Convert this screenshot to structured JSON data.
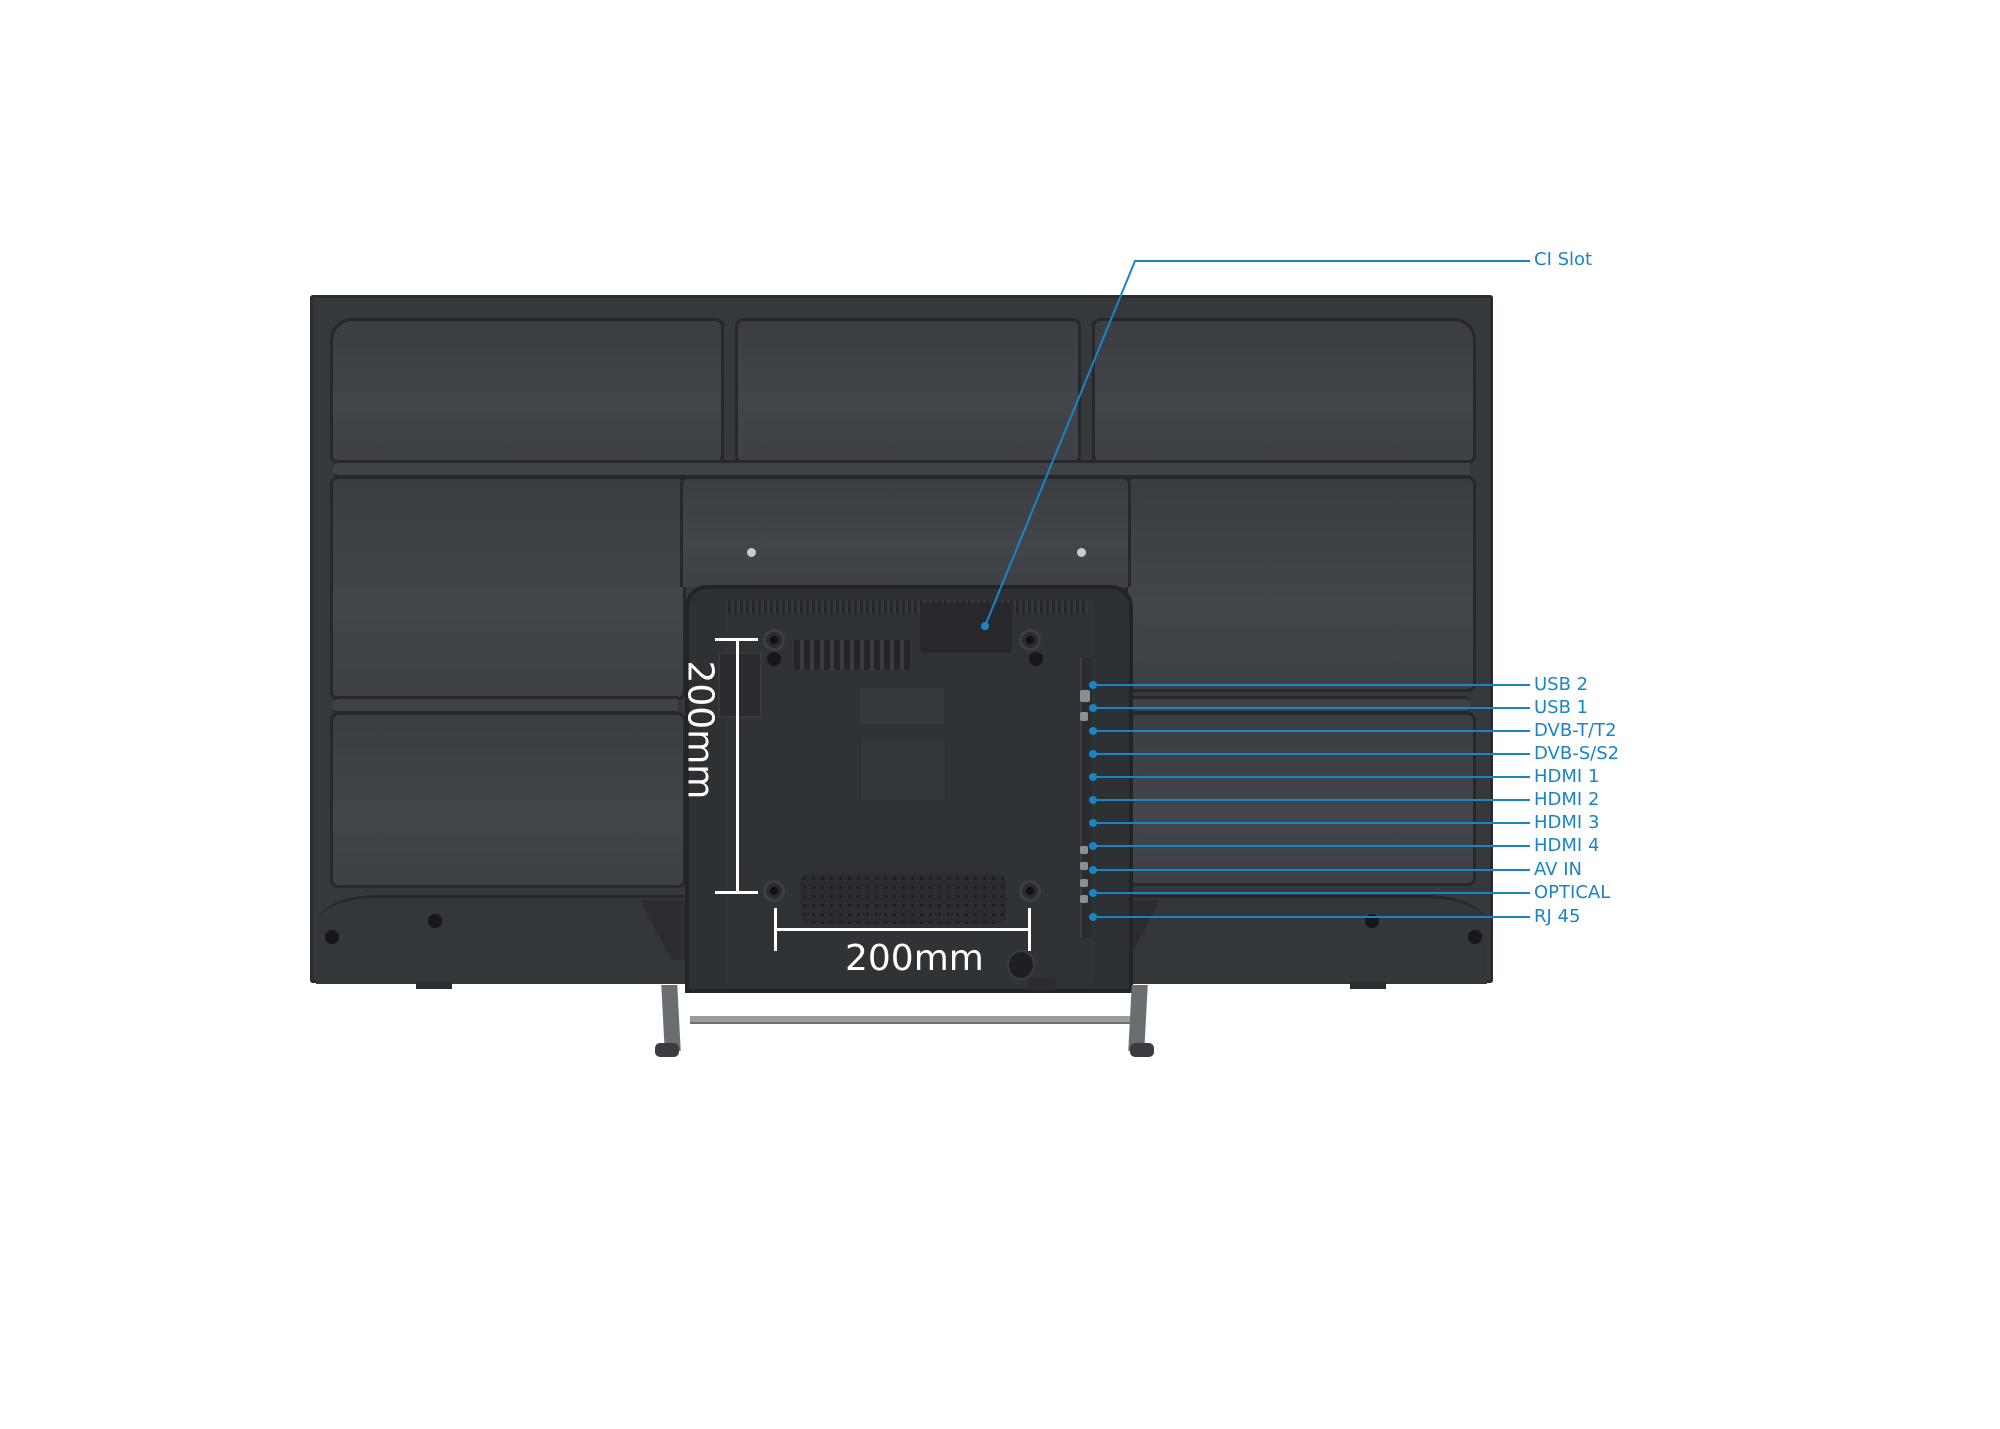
{
  "diagram": {
    "subject": "TV rear panel connections",
    "callouts": {
      "top": {
        "label": "CI Slot"
      },
      "ports": [
        {
          "label": "USB 2"
        },
        {
          "label": "USB 1"
        },
        {
          "label": "DVB-T/T2"
        },
        {
          "label": "DVB-S/S2"
        },
        {
          "label": "HDMI 1"
        },
        {
          "label": "HDMI 2"
        },
        {
          "label": "HDMI 3"
        },
        {
          "label": "HDMI 4"
        },
        {
          "label": "AV IN"
        },
        {
          "label": "OPTICAL"
        },
        {
          "label": "RJ 45"
        }
      ]
    },
    "dimensions": {
      "vertical": "200mm",
      "horizontal": "200mm"
    },
    "colors": {
      "callout": "#1a85c6",
      "tv_body": "#36393c",
      "dimension": "#ffffff"
    }
  }
}
